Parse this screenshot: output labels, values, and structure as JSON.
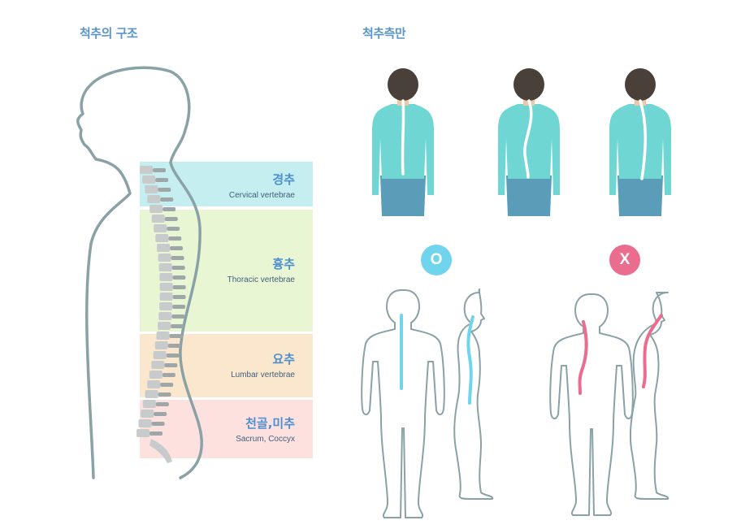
{
  "titles": {
    "structure": "척추의 구조",
    "scoliosis": "척추측만"
  },
  "regions": [
    {
      "ko": "경추",
      "en": "Cervical vertebrae",
      "color": "#c5eef0"
    },
    {
      "ko": "흉추",
      "en": "Thoracic vertebrae",
      "color": "#e9f6d3"
    },
    {
      "ko": "요추",
      "en": "Lumbar vertebrae",
      "color": "#fbe7cd"
    },
    {
      "ko": "천골,미추",
      "en": "Sacrum, Coccyx",
      "color": "#fde1df"
    }
  ],
  "badges": {
    "correct": "O",
    "wrong": "X"
  },
  "colors": {
    "title": "#5b95c9",
    "outline": "#8aa2a6",
    "shirt": "#6fd6d3",
    "pants": "#5b9cb8",
    "hair": "#4a403a",
    "correct": "#6fd4ec",
    "wrong": "#ea6d8f"
  }
}
